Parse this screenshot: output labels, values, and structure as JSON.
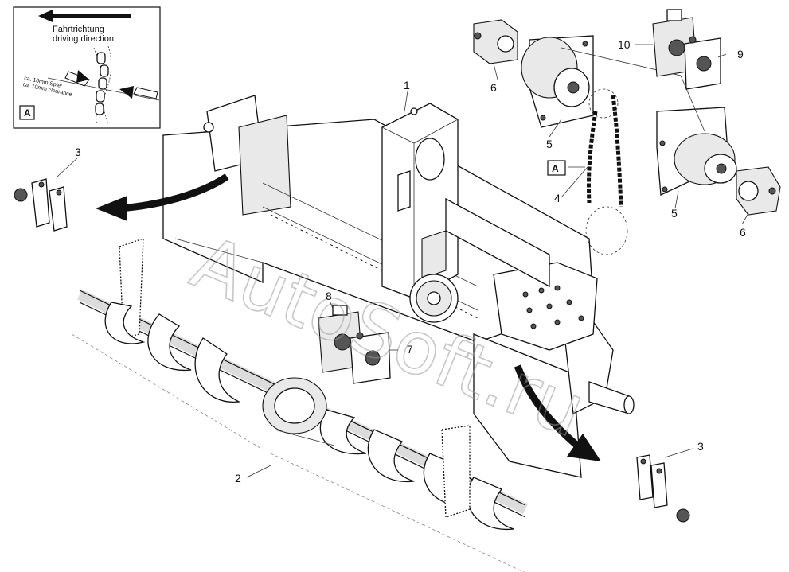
{
  "inset": {
    "direction_de": "Fahrtrichtung",
    "direction_en": "driving direction",
    "clearance_de": "ca. 10mm Spiel",
    "clearance_en": "ca. 10mm clearance",
    "view_letter": "A"
  },
  "watermark": "AutoSoft.ru",
  "callouts": {
    "frame": "1",
    "auger": "2",
    "bracket_left": "3",
    "bracket_right": "3",
    "chain": "4",
    "bearing_upper": "5",
    "bearing_lower": "5",
    "motor_upper": "6",
    "motor_lower": "6",
    "oil_small_front": "7",
    "oil_large_front": "8",
    "oil_small_back": "9",
    "oil_large_back": "10",
    "view_marker": "A"
  },
  "colors": {
    "line": "#111111",
    "shade": "#e9e9e9",
    "watermark": "#9a9a9a"
  }
}
